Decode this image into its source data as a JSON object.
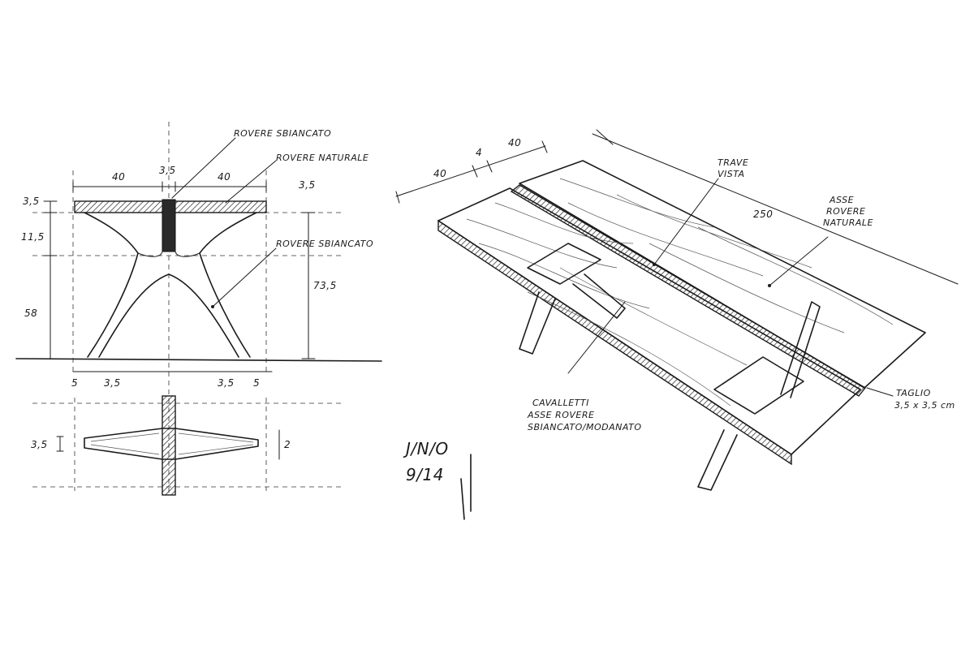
{
  "front_view": {
    "labels": {
      "rovere_sbiancato_top": "ROVERE SBIANCATO",
      "rovere_naturale": "ROVERE NATURALE",
      "rovere_sbiancato_leg": "ROVERE SBIANCATO"
    },
    "dimensions": {
      "width_left": "40",
      "center_beam": "3,5",
      "width_right": "40",
      "top_thickness_left": "3,5",
      "top_thickness_right": "3,5",
      "upper_leg": "11,5",
      "lower_leg": "58",
      "total_height": "73,5",
      "foot_left_offset": "5",
      "foot_left_width": "3,5",
      "foot_right_width": "3,5",
      "foot_right_offset": "5"
    }
  },
  "plan_view": {
    "dimensions": {
      "left_thickness": "3,5",
      "right_thickness": "2"
    }
  },
  "perspective_view": {
    "dimensions": {
      "plank_left": "40",
      "gap": "4",
      "plank_right": "40",
      "length": "250"
    },
    "labels": {
      "trave_vista_line1": "TRAVE",
      "trave_vista_line2": "VISTA",
      "asse_line1": "ASSE",
      "asse_line2": "ROVERE",
      "asse_line3": "NATURALE",
      "cavalletti_line1": "CAVALLETTI",
      "cavalletti_line2": "ASSE ROVERE",
      "cavalletti_line3": "SBIANCATO/MODANATO",
      "taglio_line1": "TAGLIO",
      "taglio_line2": "3,5 x 3,5 cm"
    }
  },
  "signature": {
    "line1": "J/N/O",
    "line2": "9/14"
  }
}
